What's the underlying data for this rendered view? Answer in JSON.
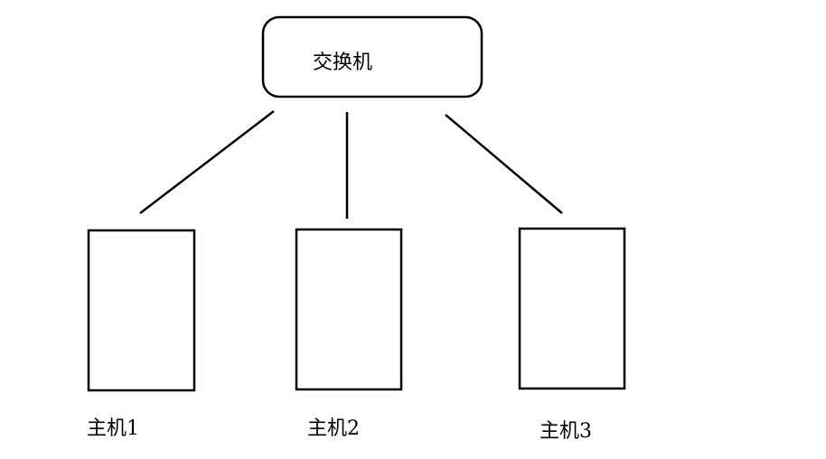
{
  "diagram": {
    "type": "network-topology",
    "stroke_color": "#000000",
    "background_color": "#ffffff",
    "switch": {
      "label": "交换机"
    },
    "hosts": [
      {
        "label": "主机1"
      },
      {
        "label": "主机2"
      },
      {
        "label": "主机3"
      }
    ]
  }
}
